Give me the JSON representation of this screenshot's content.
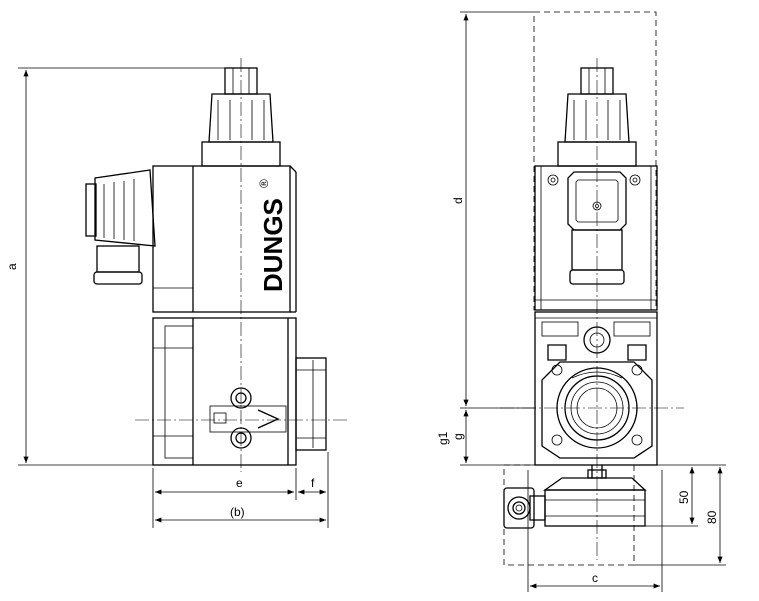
{
  "brand": {
    "name": "DUNGS",
    "reg": "®"
  },
  "dimensions": {
    "a": "a",
    "e": "e",
    "f": "f",
    "b": "(b)",
    "d": "d",
    "g1": "g1",
    "g": "g",
    "c": "c",
    "h50": "50",
    "h80": "80"
  }
}
